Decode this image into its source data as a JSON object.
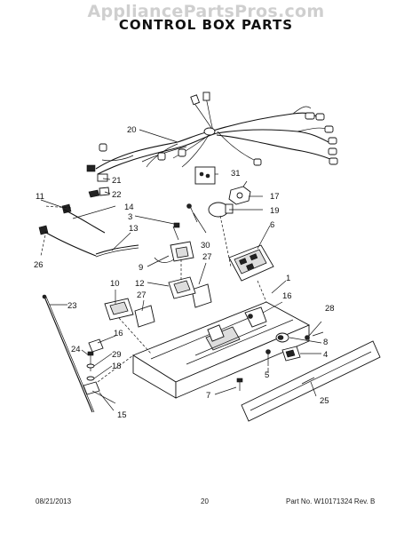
{
  "watermark": "AppliancePartsPros.com",
  "title": "CONTROL BOX PARTS",
  "callouts": [
    "20",
    "21",
    "22",
    "31",
    "17",
    "19",
    "11",
    "14",
    "3",
    "13",
    "6",
    "30",
    "26",
    "27",
    "9",
    "1",
    "12",
    "10",
    "27",
    "16",
    "23",
    "28",
    "16",
    "8",
    "24",
    "29",
    "4",
    "18",
    "5",
    "7",
    "25",
    "15"
  ],
  "footer": {
    "date": "08/21/2013",
    "page": "20",
    "part": "Part No.  W10171324  Rev. B"
  }
}
